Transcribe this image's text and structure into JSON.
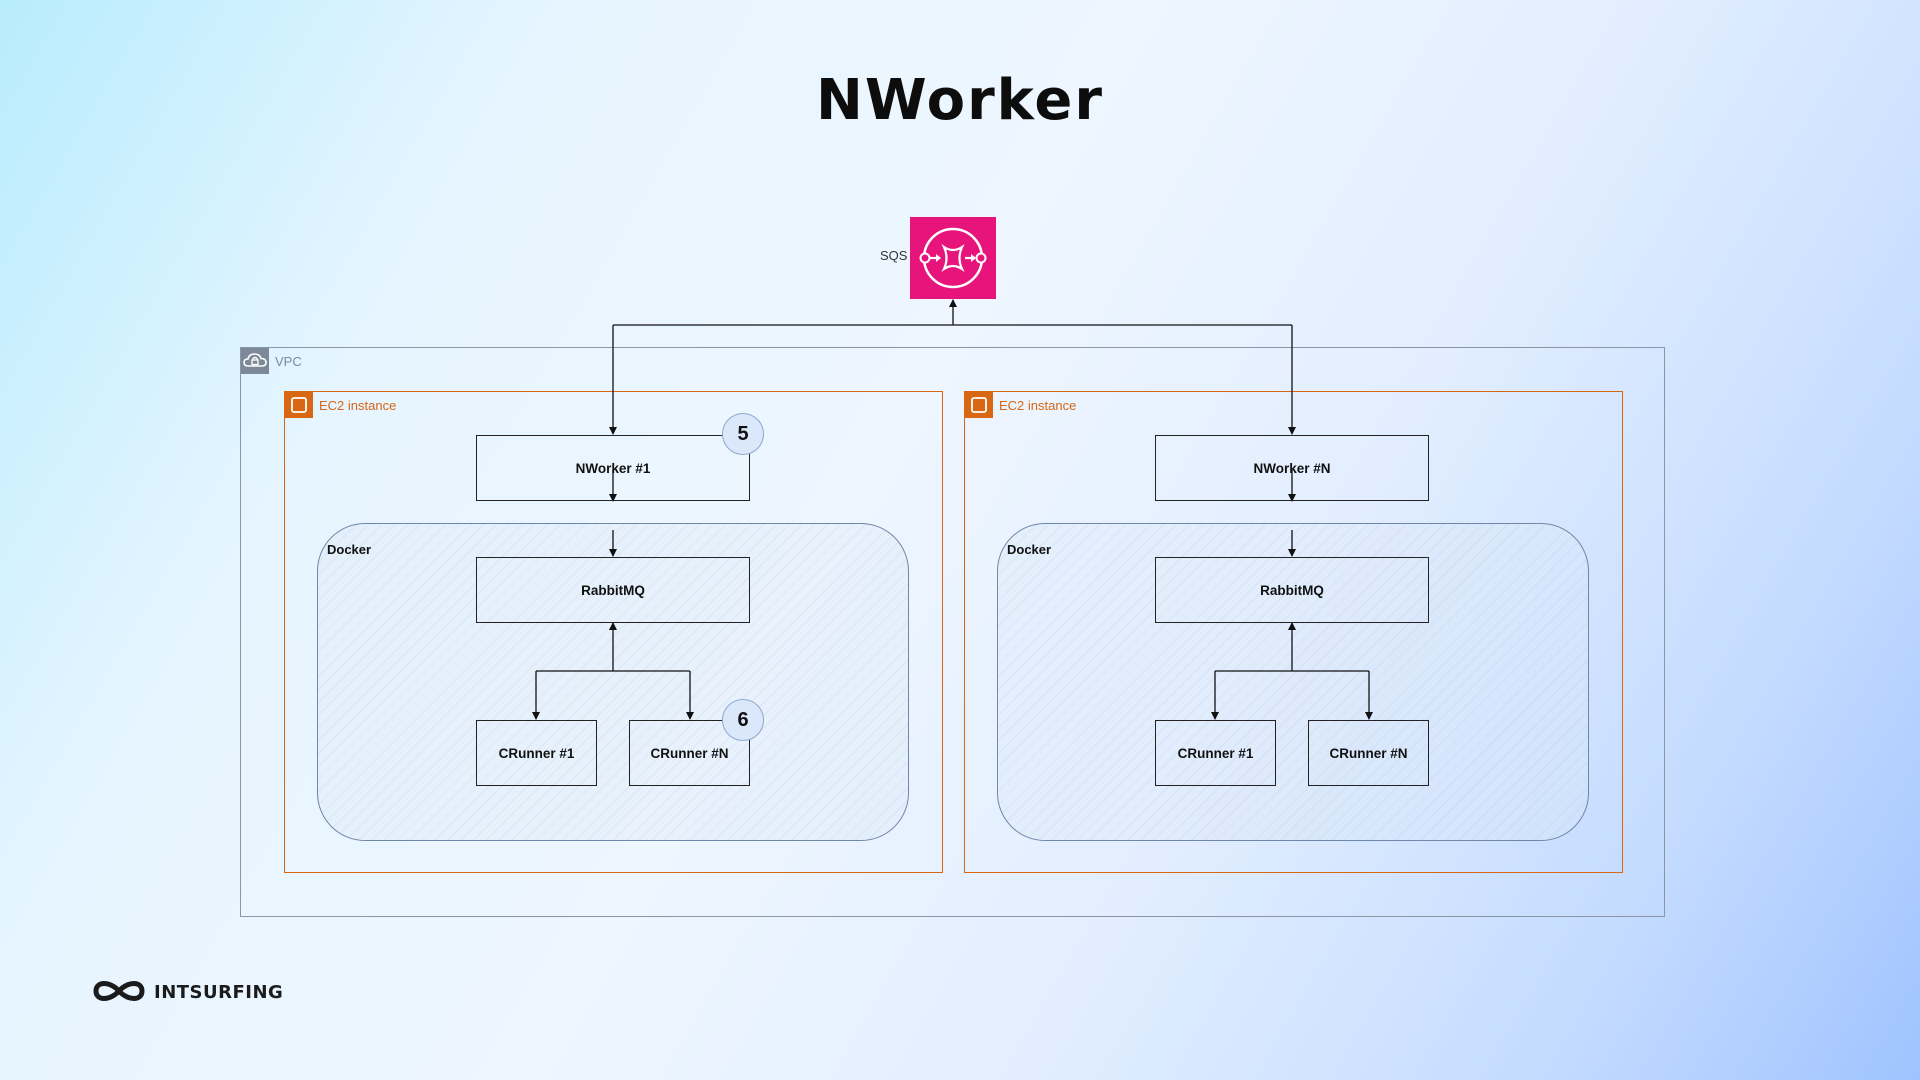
{
  "title": "NWorker",
  "sqs": {
    "label": "SQS",
    "icon": "sqs-queue-icon",
    "color": "#e7157b"
  },
  "vpc": {
    "label": "VPC",
    "icon": "cloud-vpc-icon"
  },
  "instances": [
    {
      "label": "EC2 instance",
      "icon": "ec2-instance-icon",
      "nworker": "NWorker #1",
      "docker": "Docker",
      "rabbitmq": "RabbitMQ",
      "crunner_first": "CRunner #1",
      "crunner_last": "CRunner #N",
      "badges": [
        "5",
        "6"
      ]
    },
    {
      "label": "EC2 instance",
      "icon": "ec2-instance-icon",
      "nworker": "NWorker #N",
      "docker": "Docker",
      "rabbitmq": "RabbitMQ",
      "crunner_first": "CRunner #1",
      "crunner_last": "CRunner #N"
    }
  ],
  "footer": {
    "brand": "INTSURFING",
    "icon": "intsurfing-logo-icon"
  },
  "colors": {
    "ec2": "#d86613",
    "vpc": "#7d8998",
    "sqs": "#e7157b",
    "docker_border": "#6f87a8"
  }
}
